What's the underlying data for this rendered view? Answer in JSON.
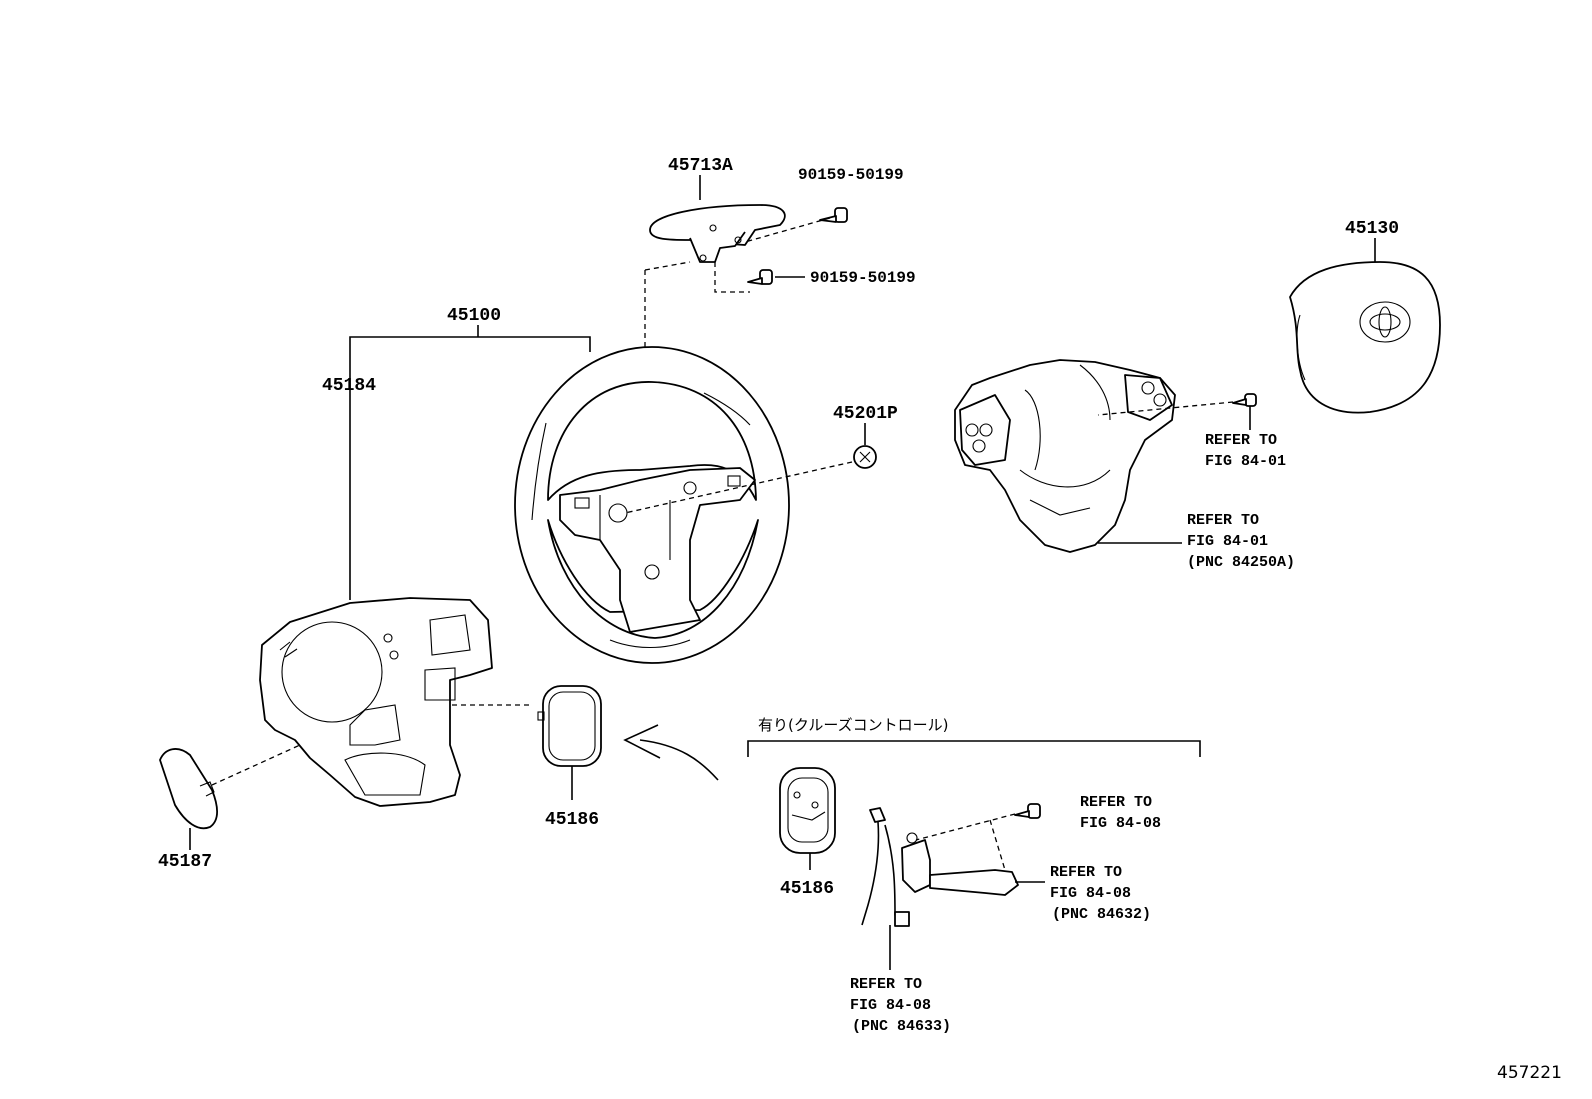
{
  "parts": {
    "p45713A": "45713A",
    "p90159_top": "90159-50199",
    "p90159_mid": "90159-50199",
    "p45130": "45130",
    "p45100": "45100",
    "p45184": "45184",
    "p45201P": "45201P",
    "p45186_left": "45186",
    "p45187": "45187",
    "p45186_right": "45186"
  },
  "refs": {
    "r1": [
      "REFER TO",
      "FIG 84-01"
    ],
    "r2": [
      "REFER TO",
      "FIG 84-01",
      "(PNC 84250A)"
    ],
    "r3": [
      "REFER TO",
      "FIG 84-08"
    ],
    "r4": [
      "REFER TO",
      "FIG 84-08",
      "(PNC 84632)"
    ],
    "r5": [
      "REFER TO",
      "FIG 84-08",
      "(PNC 84633)"
    ]
  },
  "condition_label": "有り(クルーズコントロール)",
  "diagram_number": "457221"
}
